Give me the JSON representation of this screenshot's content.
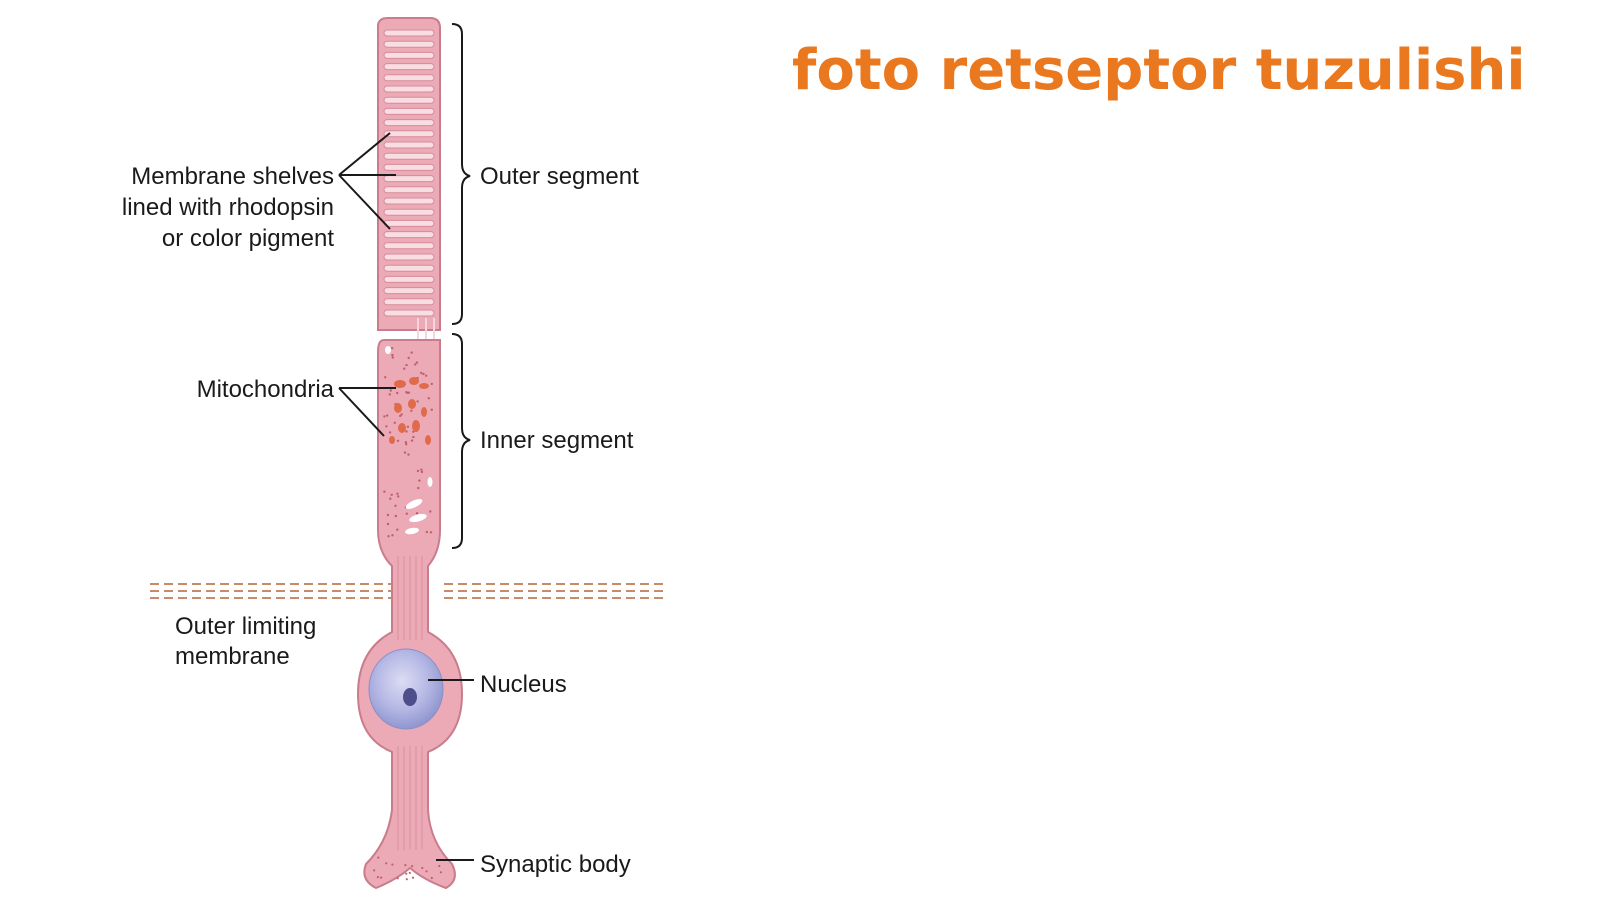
{
  "title": "foto retseptor tuzulishi",
  "diagram": {
    "labels": {
      "membrane_1": "Membrane shelves",
      "membrane_2": "lined with rhodopsin",
      "membrane_3": "or color pigment",
      "outer_segment": "Outer segment",
      "mitochondria": "Mitochondria",
      "inner_segment": "Inner segment",
      "olm_1": "Outer limiting",
      "olm_2": "membrane",
      "nucleus": "Nucleus",
      "synaptic": "Synaptic body"
    },
    "colors": {
      "title": "#e9781e",
      "cell_fill": "#ecaab6",
      "cell_stroke": "#c97d8c",
      "disc": "#f8dde3",
      "dots": "#c0606c",
      "mito": "#e06a4a",
      "nucleus": "#b4b7e4",
      "nucleolus": "#4e4e8c",
      "membrane_line": "#c98a6c"
    }
  }
}
